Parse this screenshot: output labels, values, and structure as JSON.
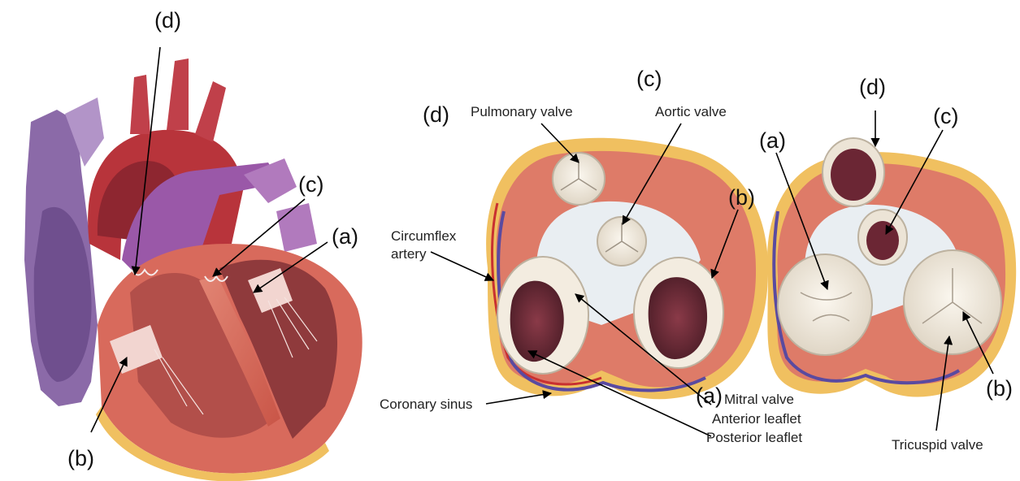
{
  "letters": {
    "a": "(a)",
    "b": "(b)",
    "c": "(c)",
    "d": "(d)"
  },
  "labels": {
    "pulmonary_valve": "Pulmonary valve",
    "aortic_valve": "Aortic valve",
    "circumflex": "Circumflex",
    "artery": "artery",
    "coronary_sinus": "Coronary sinus",
    "mitral_valve": "Mitral valve",
    "anterior_leaflet": "Anterior leaflet",
    "posterior_leaflet": "Posterior leaflet",
    "tricuspid_valve": "Tricuspid valve"
  },
  "colors": {
    "aorta_red": "#b8343b",
    "vein_purple": "#8b6aa8",
    "pulmonary_purple": "#9a58a8",
    "myocardium": "#d86a5c",
    "fat_yellow": "#f0c060",
    "valve_ivory": "#f3ece0",
    "chamber_dark": "#5e2430",
    "coronary_artery": "#c93030",
    "coronary_vein": "#5a4aa0"
  }
}
